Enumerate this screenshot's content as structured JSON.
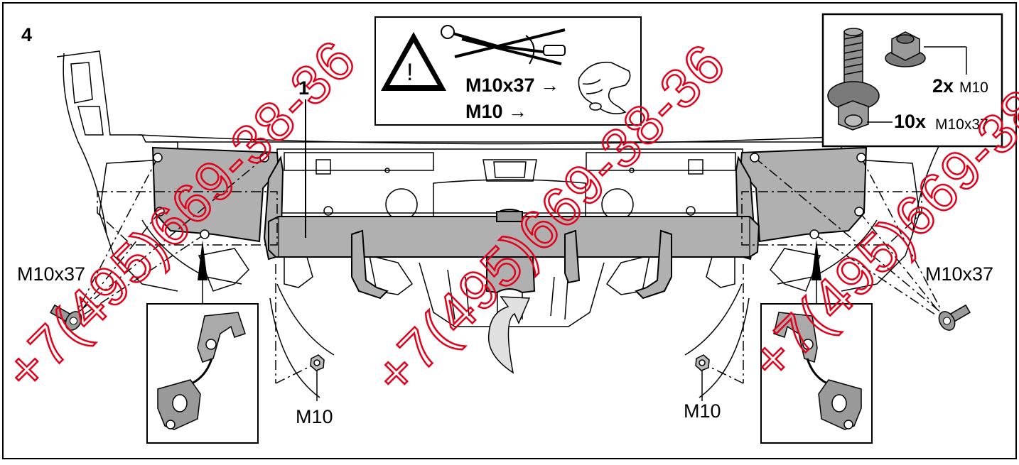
{
  "step_number": "4",
  "part_label": "1",
  "warning": {
    "torque_spec_1": "M10x37 →",
    "torque_spec_2": "M10 →",
    "icon": "warning-triangle-icon",
    "no_wrench_icon": "crossed-out-torque-wrench-icon",
    "hand_icon": "hand-tighten-icon"
  },
  "hardware": {
    "nut_count": "2x",
    "nut_size": "M10",
    "bolt_count": "10x",
    "bolt_size": "M10x37"
  },
  "callouts": {
    "left_bolt": "M10x37",
    "right_bolt": "M10x37",
    "left_nut": "M10",
    "right_nut": "M10"
  },
  "watermark": {
    "text": "+7(495)669-38-36",
    "color": "#e2001a"
  },
  "colors": {
    "part_fill": "#b0b0b0",
    "line": "#000000"
  }
}
